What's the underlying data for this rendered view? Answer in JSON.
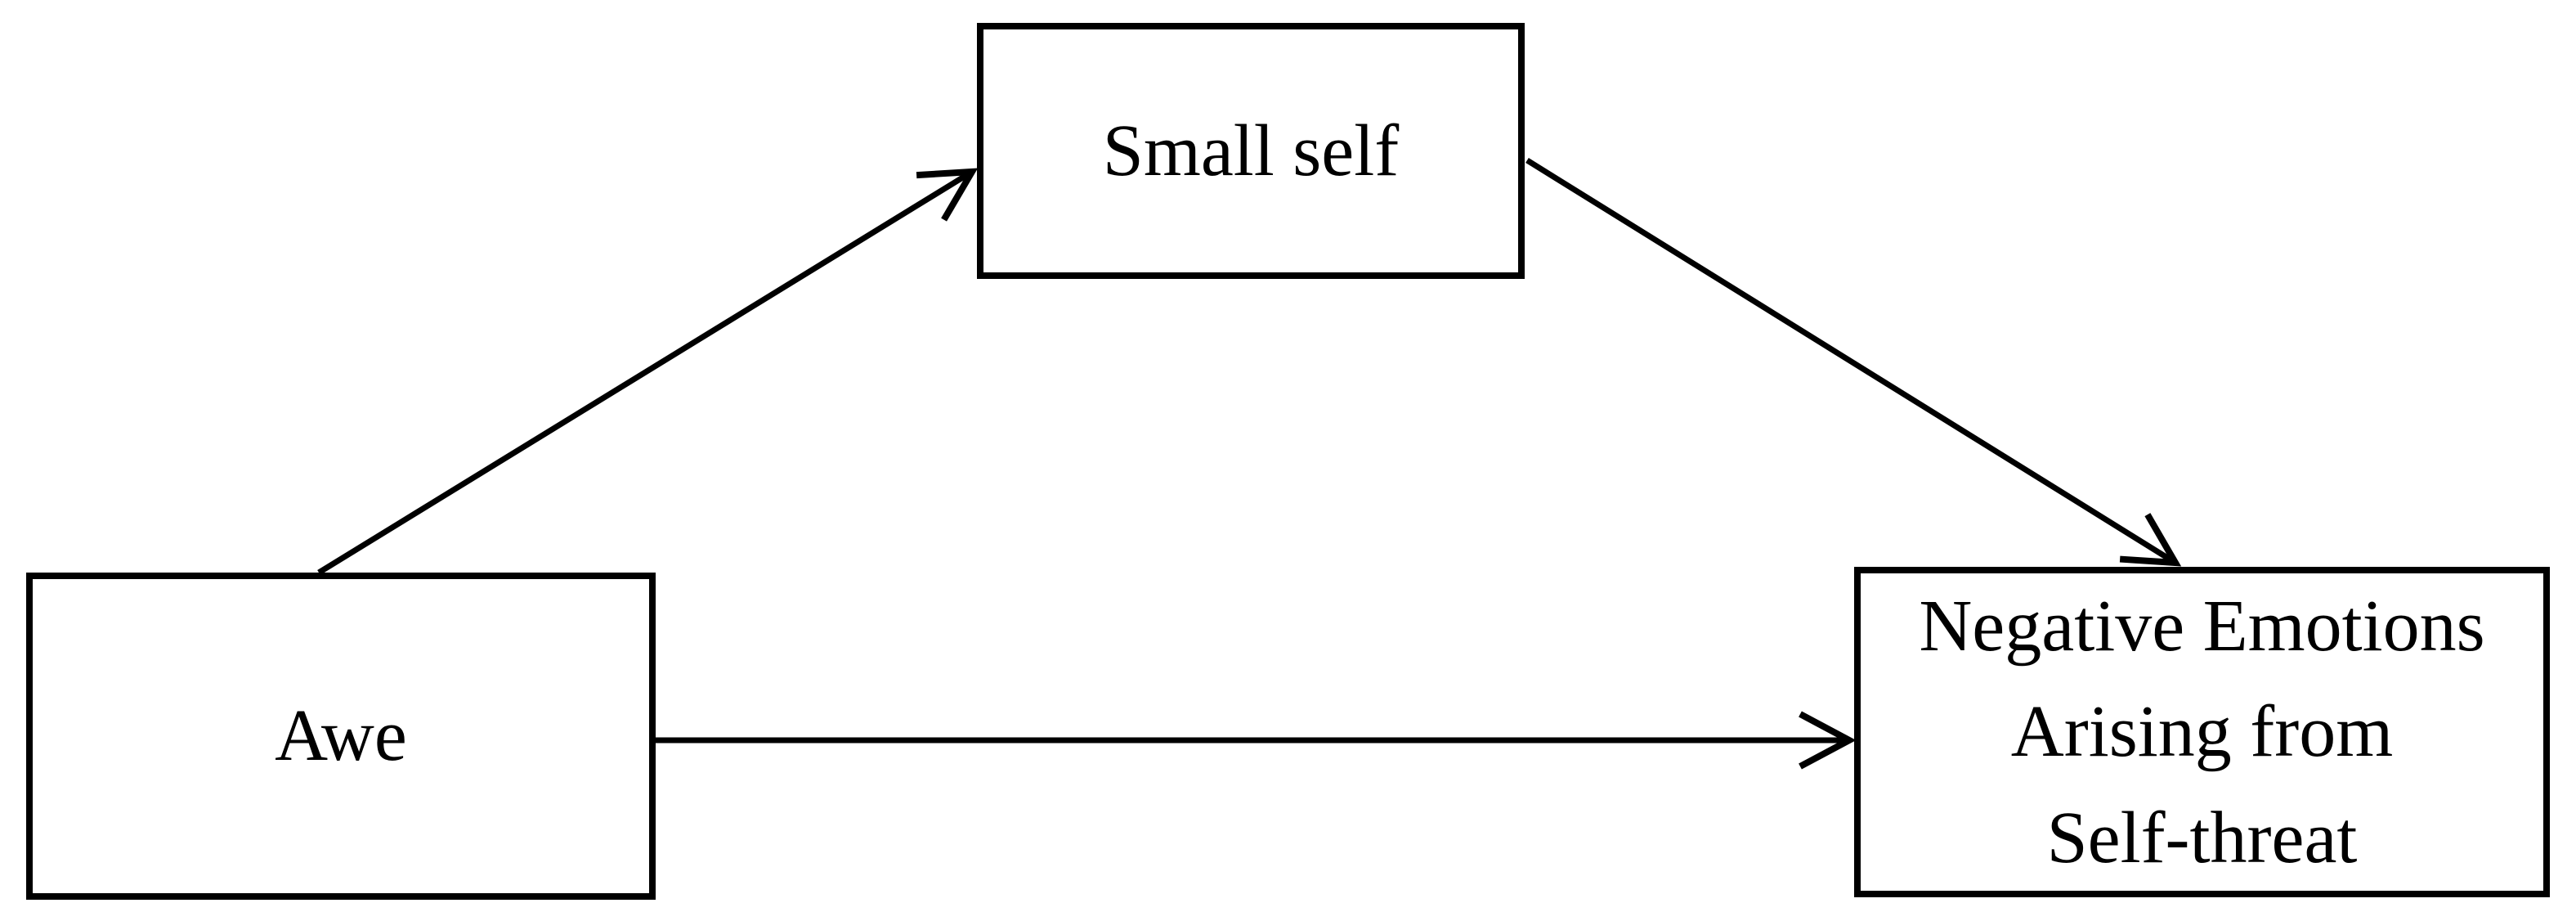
{
  "figure": {
    "type": "mediation-path-diagram",
    "background_color": "#ffffff",
    "stroke_color": "#000000",
    "nodes": {
      "awe": {
        "label": "Awe",
        "role": "predictor"
      },
      "small_self": {
        "label": "Small self",
        "role": "mediator"
      },
      "negative_emotions": {
        "label": "Negative Emotions\nArising from\nSelf-threat",
        "role": "outcome"
      }
    },
    "edges": [
      {
        "from": "awe",
        "to": "small_self",
        "style": "arrow"
      },
      {
        "from": "small_self",
        "to": "negative_emotions",
        "style": "arrow"
      },
      {
        "from": "awe",
        "to": "negative_emotions",
        "style": "arrow"
      }
    ]
  }
}
